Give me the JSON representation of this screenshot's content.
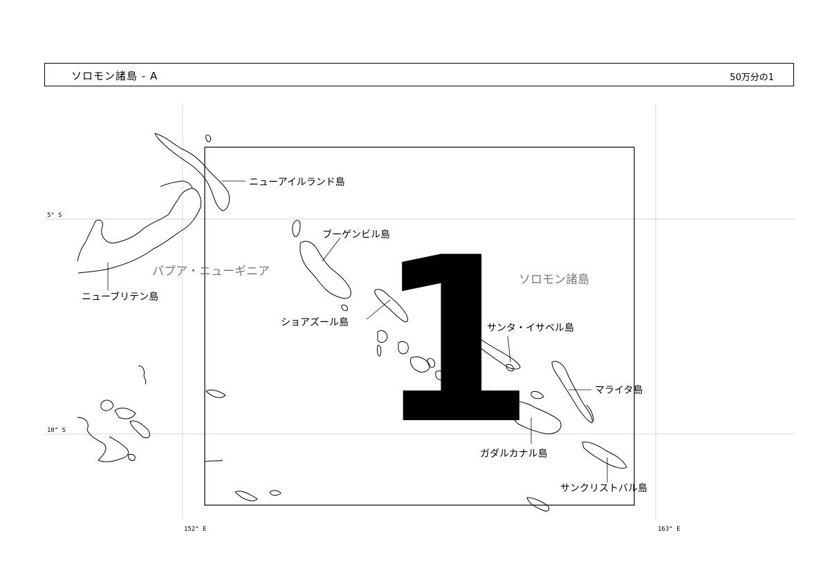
{
  "header": {
    "title": "ソロモン諸島 - A",
    "scale": "50万分の1"
  },
  "sheet_number": "1",
  "countries": {
    "png": "パプア・ニューギニア",
    "solomon": "ソロモン諸島"
  },
  "islands": {
    "new_ireland": "ニューアイルランド島",
    "new_britain": "ニューブリテン島",
    "bougainville": "ブーゲンビル島",
    "choiseul": "ショアズール島",
    "santa_isabel": "サンタ・イサベル島",
    "malaita": "マライタ島",
    "guadalcanal": "ガダルカナル島",
    "san_cristobal": "サンクリストバル島"
  },
  "coords": {
    "lat_5": "5° S",
    "lat_10": "10° S",
    "lon_152": "152° E",
    "lon_163": "163° E"
  }
}
